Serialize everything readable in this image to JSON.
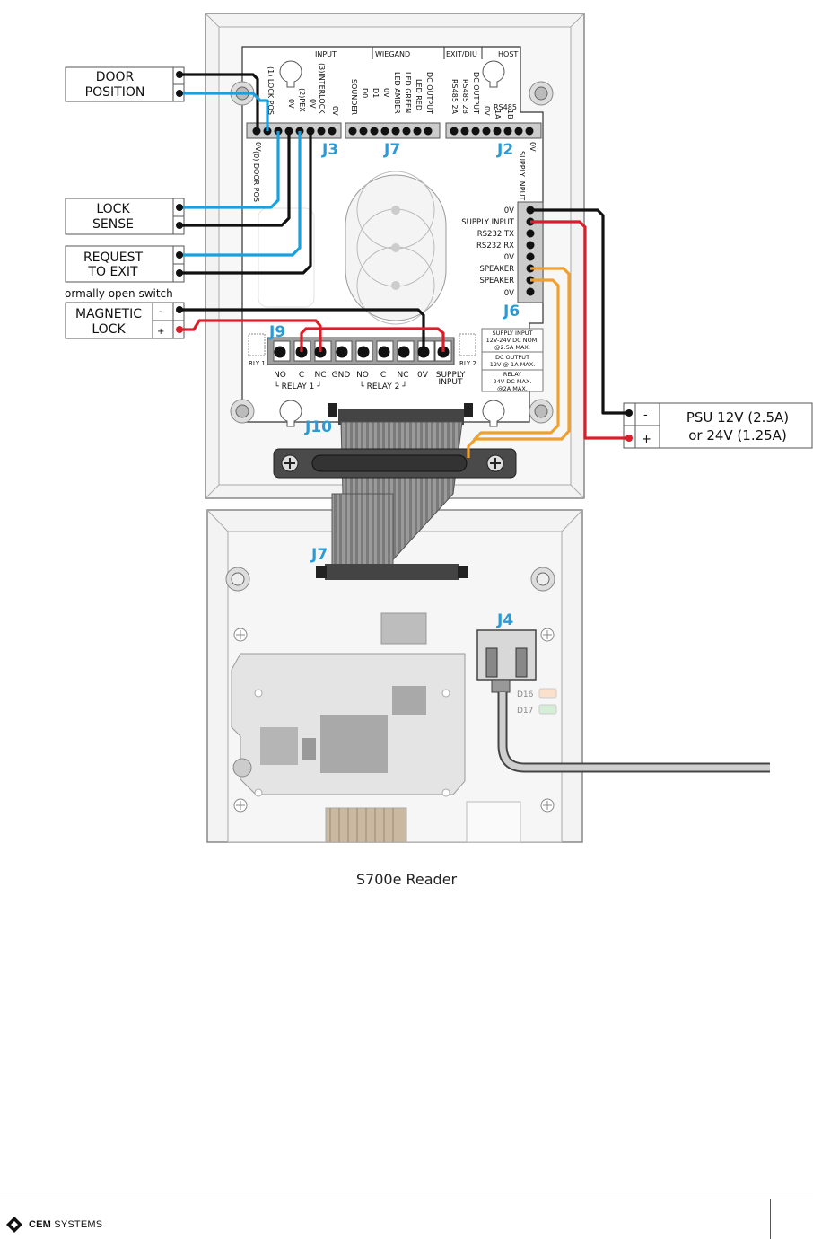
{
  "terminals_left": {
    "door_position": [
      "DOOR",
      "POSITION"
    ],
    "lock_sense": [
      "LOCK",
      "SENSE"
    ],
    "request_to_exit": [
      "REQUEST",
      "TO EXIT"
    ],
    "normally_open_switch": "ormally open switch",
    "magnetic_lock": [
      "MAGNETIC",
      "LOCK"
    ],
    "minus": "-",
    "plus": "+"
  },
  "psu": {
    "line1": "PSU 12V (2.5A)",
    "line2": "or 24V (1.25A)",
    "minus": "-",
    "plus": "+"
  },
  "headers": {
    "input": "INPUT",
    "wiegand": "WIEGAND",
    "exit_diu": "EXIT/DIU",
    "host": "HOST",
    "rs485": "RS485"
  },
  "connectors": {
    "j3": "J3",
    "j7_top": "J7",
    "j2": "J2",
    "j6": "J6",
    "j9": "J9",
    "j10": "J10",
    "j7_bottom": "J7",
    "j4": "J4"
  },
  "j3_pins": [
    "(1) LOCK POS",
    "0V",
    "(2)PEX",
    "0V",
    "(3)INTERLOCK",
    "0V"
  ],
  "j3_bottom_pins": [
    "0V",
    "(0) DOOR POS"
  ],
  "j7_pins": [
    "SOUNDER",
    "D0",
    "D1",
    "0V",
    "LED AMBER",
    "LED GREEN",
    "LED RED",
    "DC OUTPUT"
  ],
  "j2_pins": [
    "RS485 2A",
    "RS485 2B",
    "DC OUTPUT",
    "0V",
    "1A",
    "1B"
  ],
  "j2_bottom_pins": [
    "0V",
    "SUPPLY INPUT"
  ],
  "j6_pins": [
    "0V",
    "SUPPLY INPUT",
    "RS232 TX",
    "RS232 RX",
    "0V",
    "SPEAKER",
    "SPEAKER",
    "0V"
  ],
  "j9_pins": [
    "NO",
    "C",
    "NC",
    "GND",
    "NO",
    "C",
    "NC",
    "0V",
    "SUPPLY",
    "INPUT"
  ],
  "relay_labels": {
    "relay1": "└ RELAY 1 ┘",
    "relay2": "└ RELAY 2 ┘",
    "rly1": "RLY 1",
    "rly2": "RLY 2"
  },
  "specs": [
    [
      "SUPPLY INPUT",
      "12V-24V DC NOM.",
      "@2.5A MAX."
    ],
    [
      "DC OUTPUT",
      "12V @ 1A MAX."
    ],
    [
      "RELAY",
      "24V DC MAX.",
      "@2A MAX."
    ]
  ],
  "leds": [
    "D16",
    "D17"
  ],
  "caption": "S700e Reader",
  "footer": {
    "brand_bold": "CEM",
    "brand_rest": " SYSTEMS"
  },
  "colors": {
    "blue": "#1aa0dc",
    "red": "#d8202a",
    "black": "#111111",
    "orange": "#f0a030",
    "label_blue": "#2a9bd5"
  }
}
